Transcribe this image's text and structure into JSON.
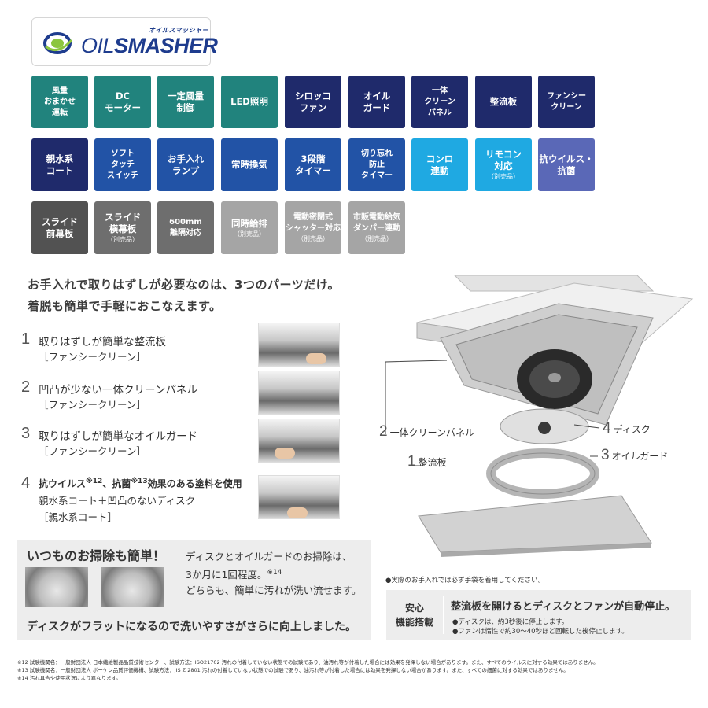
{
  "logo": {
    "kana": "オイルスマッシャー",
    "word_bold": "OIL",
    "word_rest": "SMASHER"
  },
  "features": [
    {
      "title": "風量\nおまかせ\n運転",
      "color": "teal"
    },
    {
      "title": "DC\nモーター",
      "color": "teal"
    },
    {
      "title": "一定風量\n制御",
      "color": "teal"
    },
    {
      "title": "LED照明",
      "color": "teal"
    },
    {
      "title": "シロッコ\nファン",
      "color": "navy"
    },
    {
      "title": "オイル\nガード",
      "color": "navy"
    },
    {
      "title": "一体\nクリーン\nパネル",
      "color": "navy"
    },
    {
      "title": "整流板",
      "color": "navy"
    },
    {
      "title": "ファンシー\nクリーン",
      "color": "navy"
    },
    {
      "title": "親水系\nコート",
      "color": "navy"
    },
    {
      "title": "ソフト\nタッチ\nスイッチ",
      "color": "blue"
    },
    {
      "title": "お手入れ\nランプ",
      "color": "blue"
    },
    {
      "title": "常時換気",
      "color": "blue"
    },
    {
      "title": "3段階\nタイマー",
      "color": "blue"
    },
    {
      "title": "切り忘れ\n防止\nタイマー",
      "color": "blue"
    },
    {
      "title": "コンロ\n連動",
      "color": "sky"
    },
    {
      "title": "リモコン\n対応",
      "sub": "（別売品）",
      "color": "sky"
    },
    {
      "title": "抗ウイルス・\n抗菌",
      "color": "lavender"
    },
    {
      "title": "スライド\n前幕板",
      "color": "dark-gray"
    },
    {
      "title": "スライド\n横幕板",
      "sub": "（別売品）",
      "color": "mid-gray"
    },
    {
      "title": "600mm\n離隔対応",
      "color": "mid-gray"
    },
    {
      "title": "同時給排",
      "sub": "（別売品）",
      "color": "light-gray"
    },
    {
      "title": "電動密閉式\nシャッター対応",
      "sub": "（別売品）",
      "color": "light-gray"
    },
    {
      "title": "市販電動給気\nダンパー連動",
      "sub": "（別売品）",
      "color": "light-gray"
    }
  ],
  "headline": [
    "お手入れで取りはずしが必要なのは、3つのパーツだけ。",
    "着脱も簡単で手軽におこなえます。"
  ],
  "parts": [
    {
      "num": "1",
      "line1": "取りはずしが簡単な整流板",
      "line2": "［ファンシークリーン］"
    },
    {
      "num": "2",
      "line1": "凹凸が少ない一体クリーンパネル",
      "line2": "［ファンシークリーン］"
    },
    {
      "num": "3",
      "line1": "取りはずしが簡単なオイルガード",
      "line2": "［ファンシークリーン］"
    },
    {
      "num": "4",
      "line1a": "抗ウイルス",
      "sup1": "※12",
      "line1b": "、抗菌",
      "sup2": "※13",
      "line1c": "効果のある塗料を使用",
      "line2": "親水系コート＋凹凸のないディスク",
      "line3": "［親水系コート］"
    }
  ],
  "cleaning": {
    "title": "いつものお掃除も簡単！",
    "text1": "ディスクとオイルガードのお掃除は、",
    "text2": "3か月に1回程度。",
    "text2_sup": "※14",
    "text3": "どちらも、簡単に汚れが洗い流せます。",
    "bottom": "ディスクがフラットになるので洗いやすさがさらに向上しました。"
  },
  "diagram_labels": [
    {
      "num": "2",
      "text": "一体クリーンパネル"
    },
    {
      "num": "4",
      "text": "ディスク"
    },
    {
      "num": "1",
      "text": "整流板"
    },
    {
      "num": "3",
      "text": "オイルガード"
    }
  ],
  "note": "●実際のお手入れでは必ず手袋を着用してください。",
  "safety": {
    "key": "安心\n機能搭載",
    "headline": "整流板を開けるとディスクとファンが自動停止。",
    "bullet1": "●ディスクは、約3秒後に停止します。",
    "bullet2": "●ファンは惰性で約30～40秒ほど回転した後停止します。"
  },
  "footnotes": [
    "※12 試験機関名：一般財団法人 日本繊維製品品質技術センター、試験方法：ISO21702 汚れの付着していない状態での試験であり、油汚れ等が付着した場合には効果を発揮しない場合があります。また、すべてのウイルスに対する効果ではありません。",
    "※13 試験機関名：一般財団法人 ボーケン品質評価機構、試験方法：JIS Z 2801 汚れの付着していない状態での試験であり、油汚れ等が付着した場合には効果を発揮しない場合があります。また、すべての細菌に対する効果ではありません。",
    "※14 汚れ具合や使用状況により異なります。"
  ],
  "colors": {
    "teal": "#21837d",
    "navy": "#1f2a6b",
    "blue": "#2253a6",
    "sky": "#1fa9e2",
    "lavender": "#5a68b7",
    "dark-gray": "#525252",
    "mid-gray": "#6e6e6e",
    "light-gray": "#a5a5a5",
    "logo_blue": "#1e3c8e",
    "logo_green": "#8cc63f"
  }
}
